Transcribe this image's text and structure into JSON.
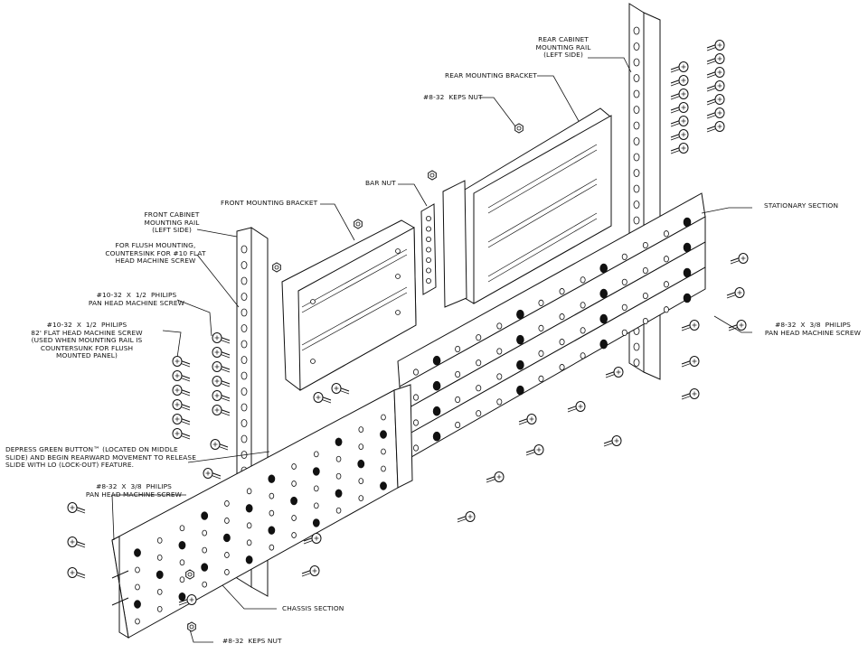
{
  "labels": {
    "rear_rail": "REAR CABINET\nMOUNTING RAIL\n(LEFT SIDE)",
    "rear_bracket": "REAR MOUNTING BRACKET",
    "keps_nut_top": "#8-32  KEPS NUT",
    "bar_nut": "BAR NUT",
    "front_bracket": "FRONT MOUNTING BRACKET",
    "front_rail": "FRONT CABINET\nMOUNTING RAIL\n(LEFT SIDE)",
    "flush_mount": "FOR FLUSH MOUNTING,\nCOUNTERSINK FOR #10 FLAT\nHEAD MACHINE SCREW",
    "pan_screw_10": "#10-32  X  1/2  PHILIPS\nPAN HEAD MACHINE SCREW",
    "flat_screw_10": "#10-32  X  1/2  PHILIPS\n82' FLAT HEAD MACHINE SCREW\n(USED WHEN MOUNTING RAIL IS\nCOUNTERSUNK FOR FLUSH\nMOUNTED PANEL)",
    "stationary": "STATIONARY SECTION",
    "pan_screw_8_right": "#8-32  X  3/8  PHILIPS\nPAN HEAD MACHINE SCREW",
    "depress": "DEPRESS GREEN BUTTON™ (LOCATED ON MIDDLE\nSLIDE) AND BEGIN REARWARD MOVEMENT TO RELEASE\nSLIDE WITH LO (LOCK-OUT) FEATURE.",
    "pan_screw_8_left": "#8-32  X  3/8  PHILIPS\nPAN HEAD MACHINE SCREW",
    "chassis": "CHASSIS SECTION",
    "keps_nut_bottom": "#8-32  KEPS NUT"
  }
}
